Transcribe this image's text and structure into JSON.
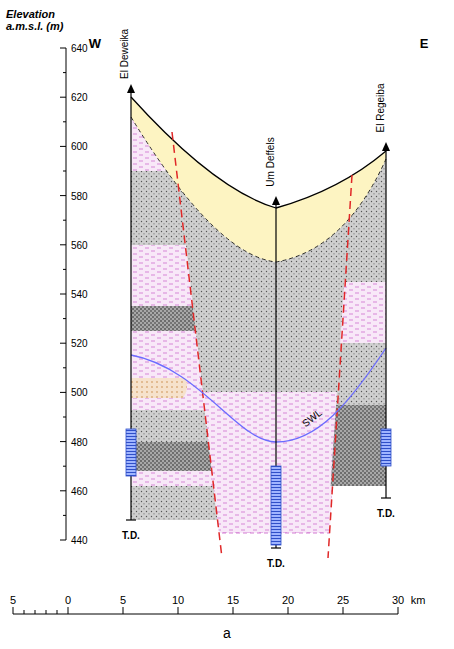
{
  "diagram": {
    "labels": [
      "Elevation a.m.s.l. (m)",
      "W",
      "E",
      "640",
      "620",
      "600",
      "580",
      "560",
      "540",
      "520",
      "500",
      "480",
      "460",
      "440",
      "El Deweika",
      "Um Deffels",
      "El Regeiba",
      "SWL",
      "T.D.",
      "T.D.",
      "T.D.",
      "5",
      "0",
      "5",
      "10",
      "15",
      "20",
      "25",
      "30",
      "km",
      "a"
    ]
  }
}
